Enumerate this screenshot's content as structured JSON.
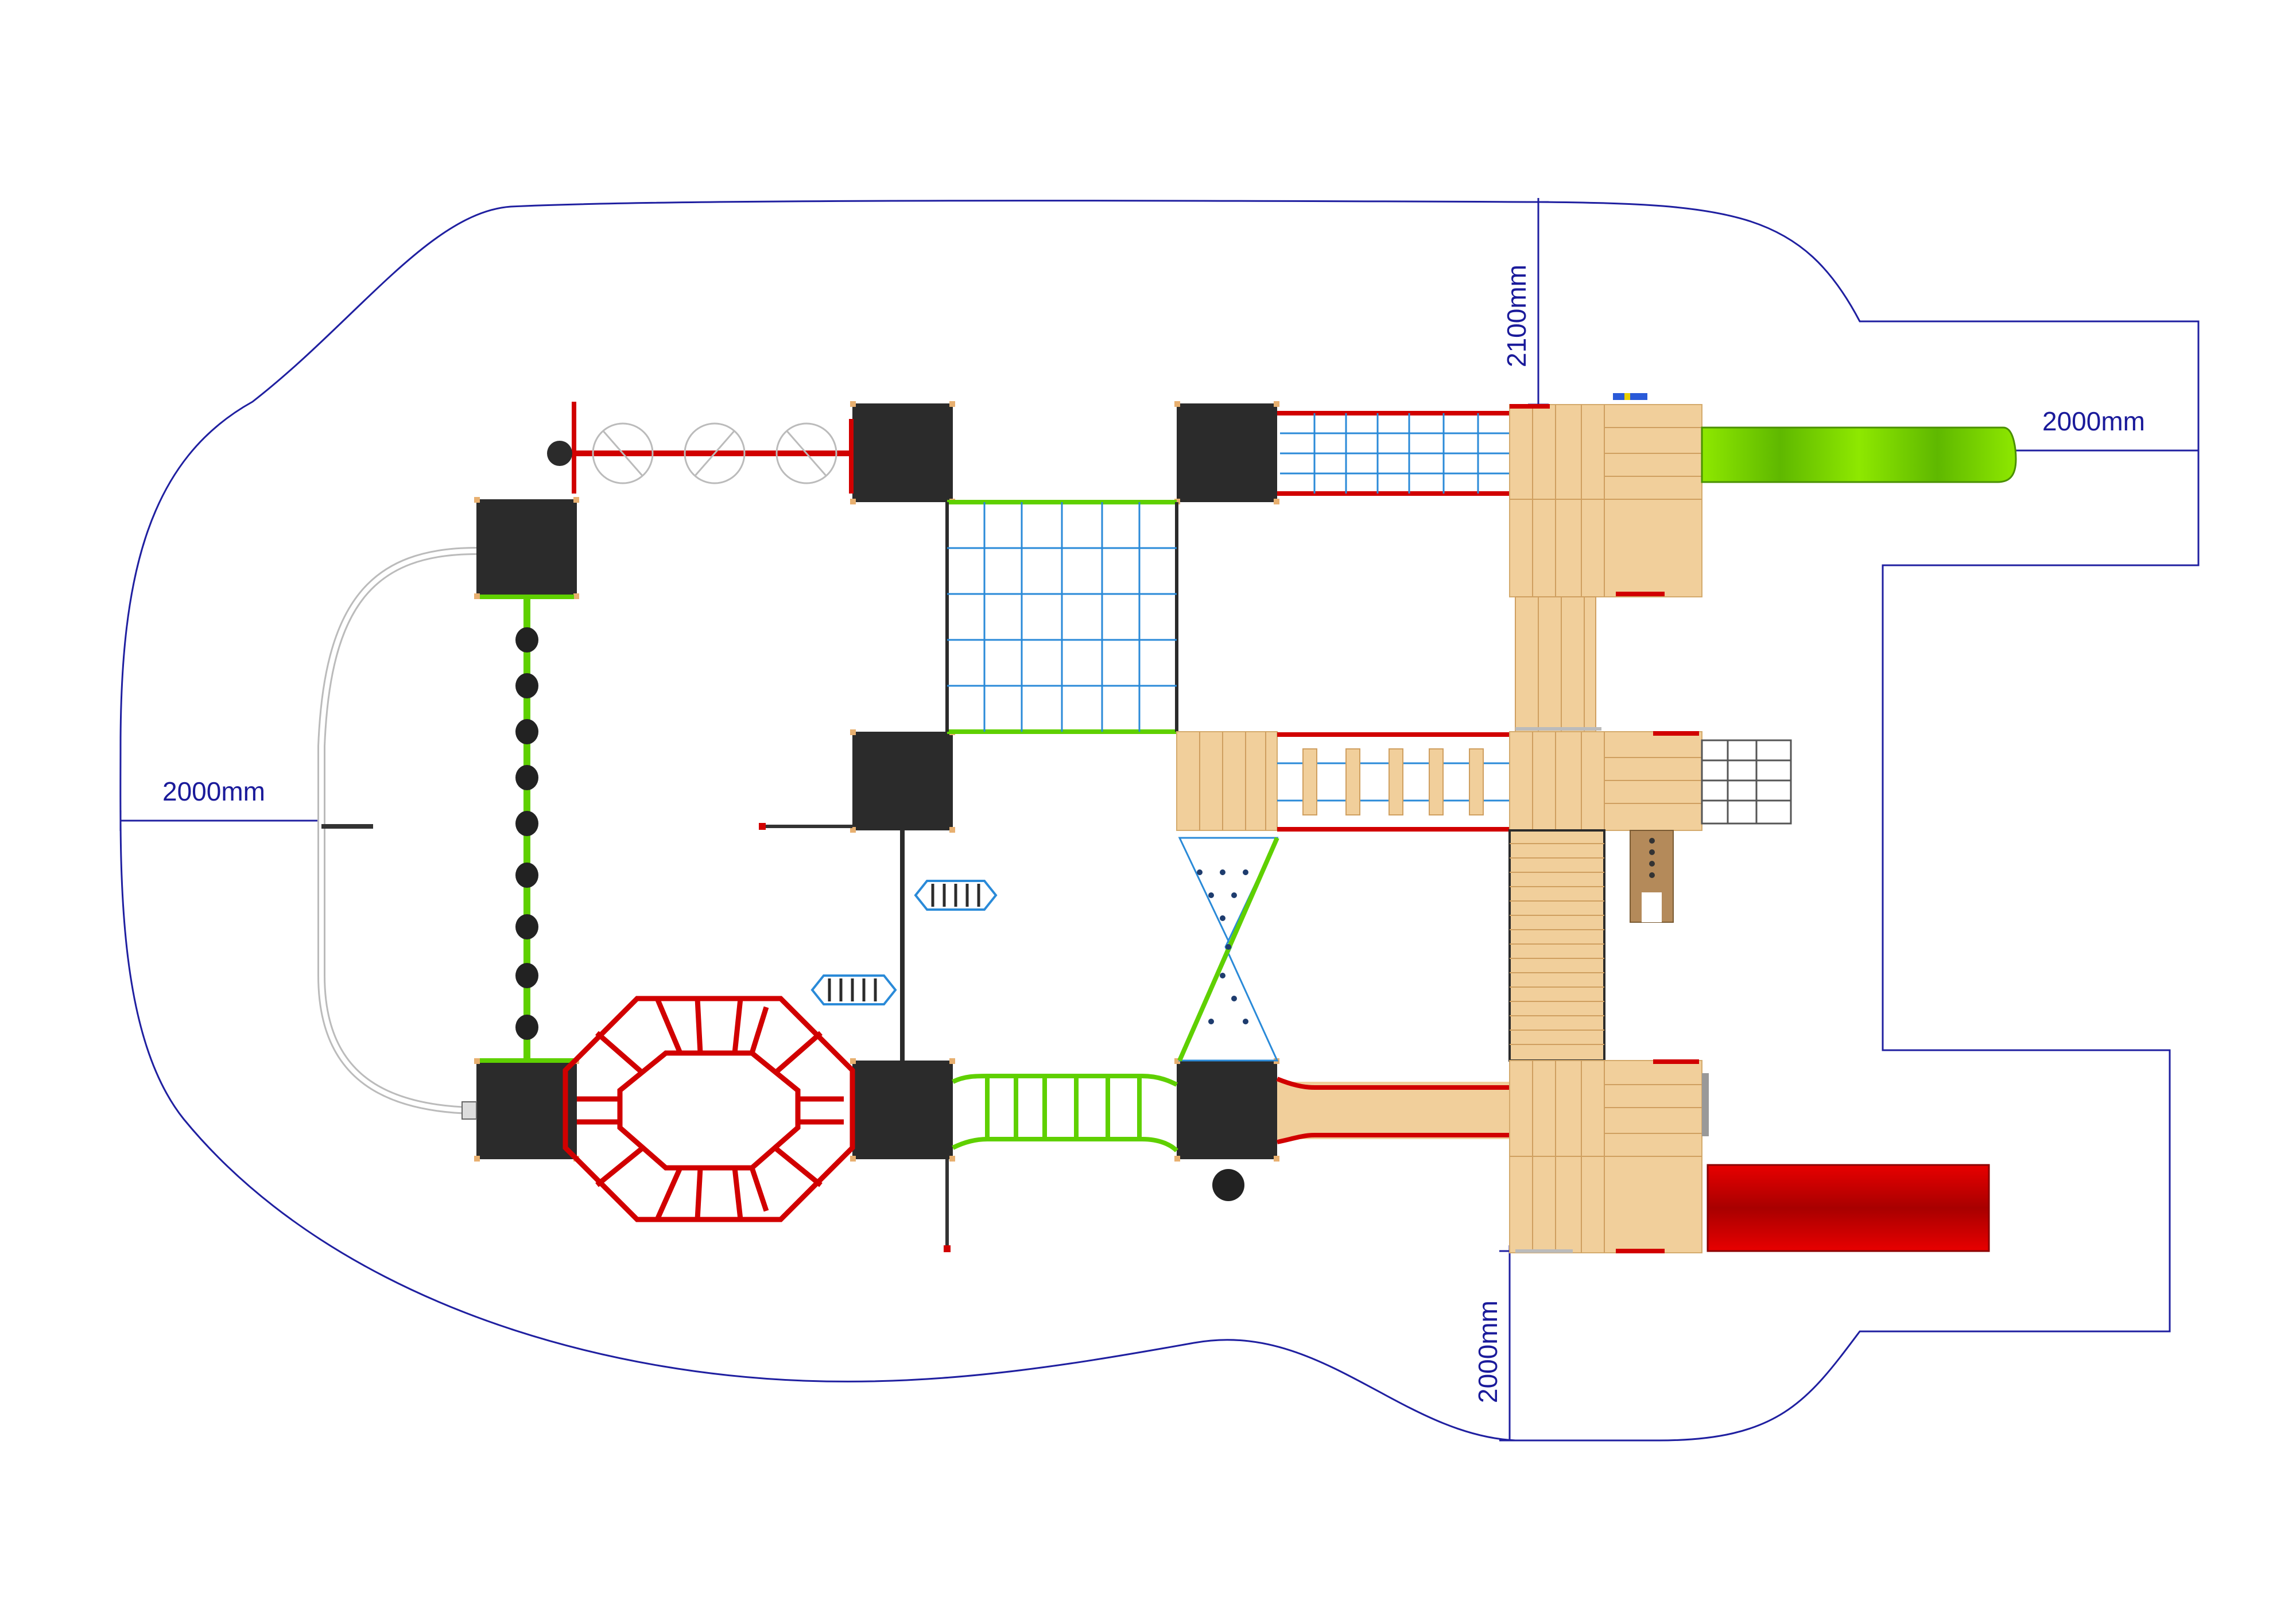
{
  "dimensions": {
    "left_clearance": "2000mm",
    "top_clearance": "2100mm",
    "right_clearance": "2000mm",
    "bottom_clearance": "2000mm"
  },
  "colors": {
    "safety_zone": "#1f1fa0",
    "tower_roof": "#2b2b2b",
    "frame_red": "#d10000",
    "frame_green": "#5fd000",
    "net_blue": "#2a8ad8",
    "wood_deck": "#f1cf9b",
    "green_slide": "#7ad400",
    "red_slide": "#d40000"
  }
}
